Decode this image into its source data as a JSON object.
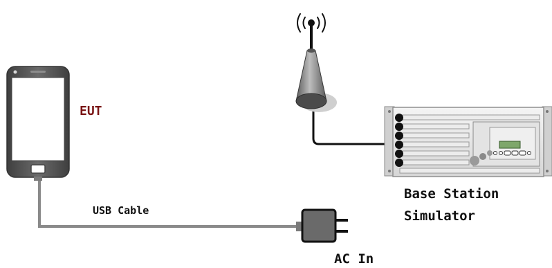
{
  "labels": {
    "eut": "EUT",
    "usb_cable": "USB Cable",
    "base_station_line1": "Base Station",
    "base_station_line2": "Simulator",
    "ac_in": "AC In"
  },
  "icons": {
    "phone": "smartphone-icon",
    "antenna": "antenna-icon",
    "signal": "radio-waves-icon",
    "simulator": "rack-instrument-icon",
    "charger": "ac-adapter-icon"
  },
  "colors": {
    "eut_label": "#7a1515",
    "text": "#111111",
    "cable": "#8a8a8a",
    "phone_body": "#5a5a5a",
    "charger_body": "#666666",
    "antenna_body": "#707070",
    "rack_frame": "#9a9a9a",
    "rack_dark": "#111111",
    "display_green": "#7ea76b"
  }
}
